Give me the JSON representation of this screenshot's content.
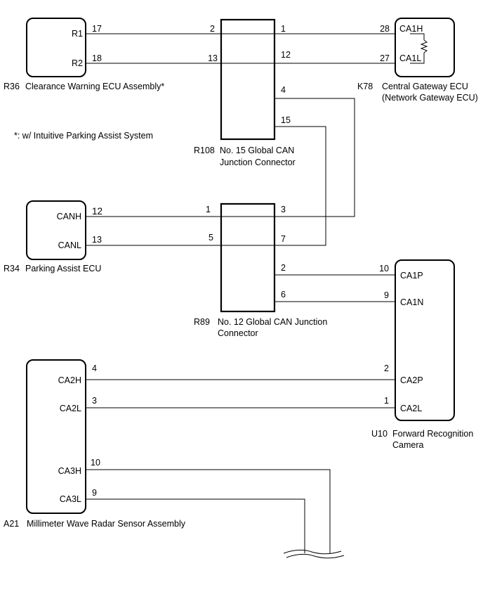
{
  "components": {
    "r36": {
      "id": "R36",
      "name": "Clearance Warning ECU Assembly*",
      "pin1": "R1",
      "pin2": "R2"
    },
    "k78": {
      "id": "K78",
      "name_line1": "Central Gateway ECU",
      "name_line2": "(Network Gateway ECU)",
      "pin1": "CA1H",
      "pin2": "CA1L"
    },
    "r108": {
      "id": "R108",
      "name_line1": "No. 15 Global CAN",
      "name_line2": "Junction Connector"
    },
    "r34": {
      "id": "R34",
      "name": "Parking Assist ECU",
      "pin1": "CANH",
      "pin2": "CANL"
    },
    "r89": {
      "id": "R89",
      "name_line1": "No. 12 Global CAN Junction",
      "name_line2": "Connector"
    },
    "u10": {
      "id": "U10",
      "name_line1": "Forward Recognition",
      "name_line2": "Camera",
      "pin1": "CA1P",
      "pin2": "CA1N",
      "pin3": "CA2P",
      "pin4": "CA2L"
    },
    "a21": {
      "id": "A21",
      "name": "Millimeter Wave Radar Sensor Assembly",
      "pin1": "CA2H",
      "pin2": "CA2L",
      "pin3": "CA3H",
      "pin4": "CA3L"
    }
  },
  "footnote": "*: w/ Intuitive Parking Assist System",
  "pin_numbers": {
    "r36_r1": "17",
    "r36_r2": "18",
    "r108_2": "2",
    "r108_13": "13",
    "r108_1": "1",
    "r108_12": "12",
    "r108_4": "4",
    "r108_15": "15",
    "k78_28": "28",
    "k78_27": "27",
    "r34_12": "12",
    "r34_13": "13",
    "r89_1": "1",
    "r89_5": "5",
    "r89_3": "3",
    "r89_7": "7",
    "r89_2": "2",
    "r89_6": "6",
    "u10_10": "10",
    "u10_9": "9",
    "u10_2": "2",
    "u10_1": "1",
    "a21_4": "4",
    "a21_3": "3",
    "a21_10": "10",
    "a21_9": "9"
  }
}
